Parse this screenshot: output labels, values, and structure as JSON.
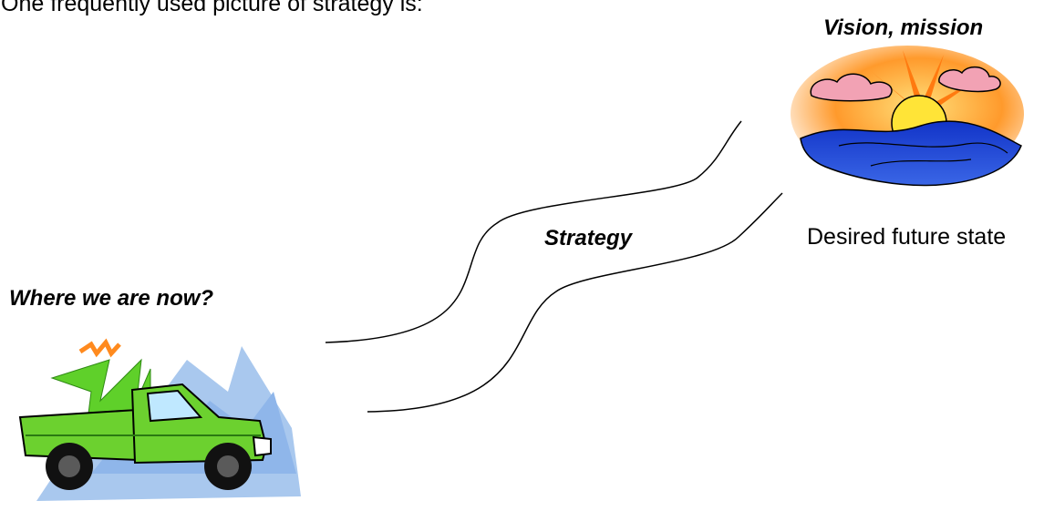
{
  "intro_text": "One frequently used picture of strategy is:",
  "labels": {
    "vision": "Vision, mission",
    "strategy": "Strategy",
    "desired": "Desired future state",
    "where": "Where we are now?"
  },
  "icons": {
    "start": "pickup-truck-icon",
    "goal": "sunrise-landscape-icon"
  },
  "colors": {
    "truck_body": "#6cd12f",
    "sky_orange": "#ff8a1e",
    "water_blue": "#1234c8",
    "cloud_pink": "#f2a2b4",
    "sun_yellow": "#ffe437",
    "mountain_blue": "#a9c8ee"
  }
}
